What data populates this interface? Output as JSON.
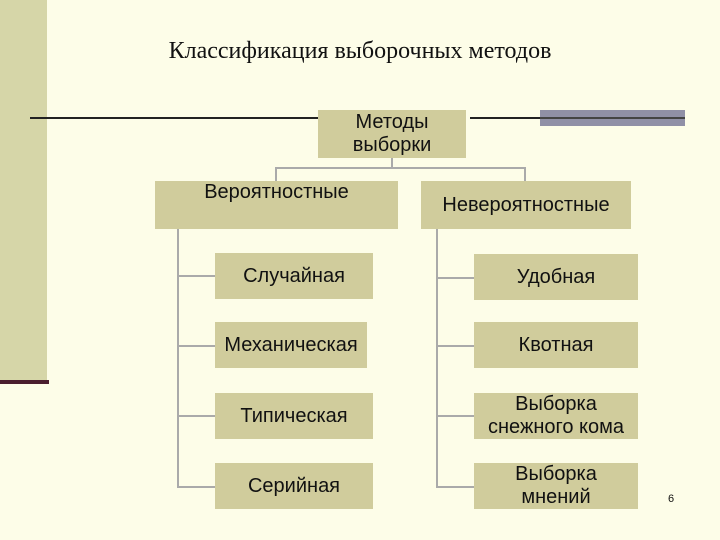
{
  "title": "Классификация выборочных методов",
  "root": "Методы\nвыборки",
  "probabilistic": {
    "label": "Вероятностные",
    "items": [
      "Случайная",
      "Механическая",
      "Типическая",
      "Серийная"
    ]
  },
  "nonprobabilistic": {
    "label": "Невероятностные",
    "items": [
      "Удобная",
      "Квотная",
      "Выборка\nснежного кома",
      "Выборка\nмнений"
    ]
  },
  "page_number": "6",
  "colors": {
    "background": "#fdfde8",
    "box_fill": "#d0cc9c",
    "side_band": "#d6d6a8",
    "accent_bar": "#9090a6",
    "side_bottom_line": "#4a1e2e"
  }
}
